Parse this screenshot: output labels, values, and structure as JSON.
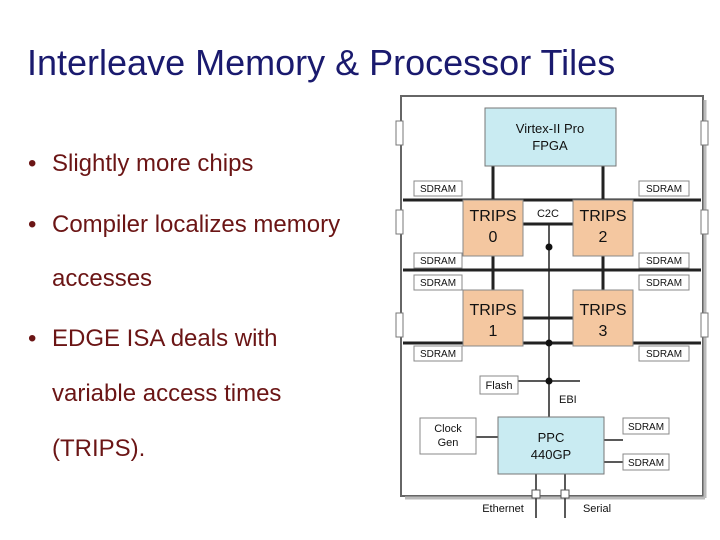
{
  "slide": {
    "title": "Interleave Memory & Processor Tiles",
    "bullets": [
      {
        "lines": [
          "Slightly more chips"
        ]
      },
      {
        "lines": [
          "Compiler localizes memory",
          "accesses"
        ]
      },
      {
        "lines": [
          "EDGE ISA deals with",
          "variable access times",
          "(TRIPS)."
        ]
      }
    ],
    "bullet_glyph": "•"
  },
  "diagram": {
    "fpga": [
      "Virtex-II Pro",
      "FPGA"
    ],
    "tiles": [
      {
        "line1": "TRIPS",
        "line2": "0"
      },
      {
        "line1": "TRIPS",
        "line2": "2"
      },
      {
        "line1": "TRIPS",
        "line2": "1"
      },
      {
        "line1": "TRIPS",
        "line2": "3"
      }
    ],
    "c2c": "C2C",
    "sdram": "SDRAM",
    "flash": "Flash",
    "ebi": "EBI",
    "clock": [
      "Clock",
      "Gen"
    ],
    "ppc": [
      "PPC",
      "440GP"
    ],
    "ethernet": "Ethernet",
    "serial": "Serial",
    "colors": {
      "chip_fill": "#f4c7a0",
      "fpga_fill": "#c9ebf2",
      "board_border": "#666666"
    }
  }
}
